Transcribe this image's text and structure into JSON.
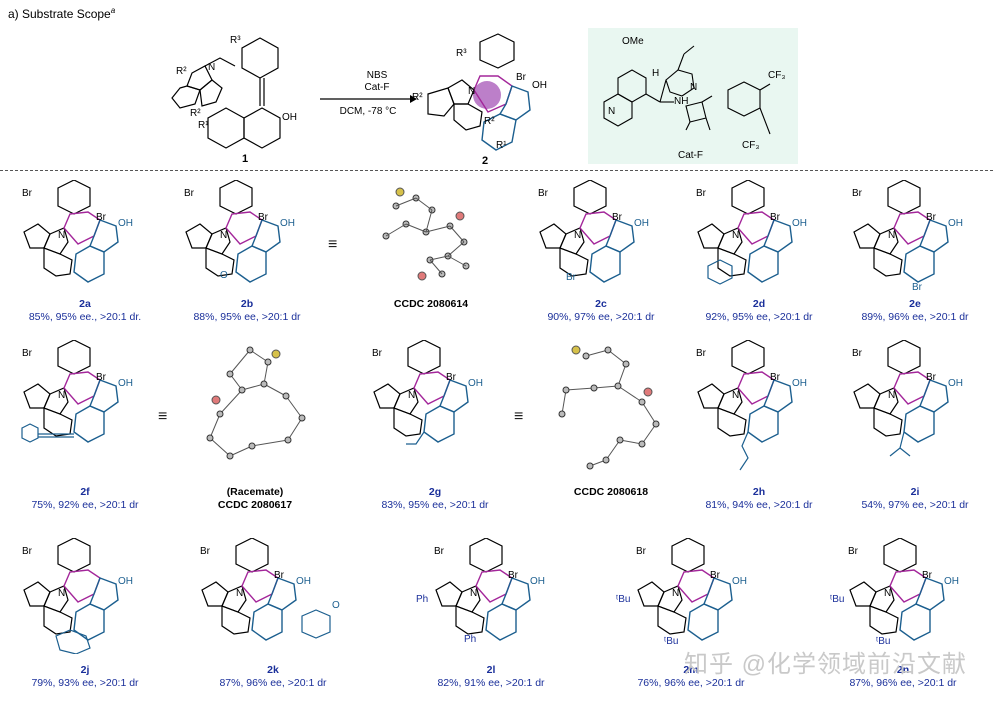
{
  "section_title": "a) Substrate Scope",
  "section_title_sup": "a",
  "scheme": {
    "reagents": [
      "NBS",
      "Cat-F"
    ],
    "conditions": "DCM, -78 °C",
    "substrate_label": "1",
    "product_label": "2",
    "catalyst_label": "Cat-F",
    "catalyst_groups": {
      "ome": "OMe",
      "cf3_top": "CF₃",
      "cf3_bottom": "CF₃",
      "nh1": "NH",
      "h2": "H",
      "n_quin": "N",
      "n_amine": "N"
    },
    "substrate_groups": {
      "r1": "R¹",
      "r2a": "R²",
      "r2b": "R²",
      "r3": "R³",
      "oh": "OH",
      "n": "N"
    },
    "product_groups": {
      "r1": "R¹",
      "r2a": "R²",
      "r2b": "R²",
      "r3": "R³",
      "oh": "OH",
      "br": "Br",
      "n": "N"
    }
  },
  "compounds": [
    {
      "id": "2a",
      "label": "2a",
      "result": "85%, 95% ee., >20:1 dr."
    },
    {
      "id": "2b",
      "label": "2b",
      "result": "88%, 95% ee, >20:1 dr"
    },
    {
      "id": "2c",
      "label": "2c",
      "result": "90%, 97% ee, >20:1 dr"
    },
    {
      "id": "2d",
      "label": "2d",
      "result": "92%, 95% ee, >20:1 dr"
    },
    {
      "id": "2e",
      "label": "2e",
      "result": "89%, 96% ee, >20:1 dr"
    },
    {
      "id": "2f",
      "label": "2f",
      "result": "75%, 92% ee, >20:1 dr"
    },
    {
      "id": "2g",
      "label": "2g",
      "result": "83%, 95% ee, >20:1 dr"
    },
    {
      "id": "2h",
      "label": "2h",
      "result": "81%, 94% ee, >20:1 dr"
    },
    {
      "id": "2i",
      "label": "2i",
      "result": "54%, 97% ee, >20:1 dr"
    },
    {
      "id": "2j",
      "label": "2j",
      "result": "79%, 93% ee, >20:1 dr"
    },
    {
      "id": "2k",
      "label": "2k",
      "result": "87%, 96% ee, >20:1 dr"
    },
    {
      "id": "2l",
      "label": "2l",
      "result": "82%, 91% ee, >20:1 dr"
    },
    {
      "id": "2m",
      "label": "2m",
      "result": "76%, 96% ee, >20:1 dr"
    },
    {
      "id": "2n",
      "label": "2n",
      "result": "87%, 96% ee, >20:1 dr"
    }
  ],
  "crystal_structures": [
    {
      "id": "x1",
      "label": "CCDC 2080614",
      "note": ""
    },
    {
      "id": "x2",
      "label": "CCDC 2080617",
      "note": "(Racemate)"
    },
    {
      "id": "x3",
      "label": "CCDC 2080618",
      "note": ""
    }
  ],
  "substituents": {
    "br1": "Br",
    "br2": "Br",
    "oh": "OH",
    "n": "N",
    "b_ome": "O",
    "c_br": "Br",
    "e_br": "Br",
    "l_ph1": "Ph",
    "l_ph2": "Ph",
    "m_tbu1": "ᵗBu",
    "m_tbu2": "ᵗBu",
    "n_tbu1": "ᵗBu",
    "n_tbu2": "ᵗBu",
    "k_ome": "O"
  },
  "equivalence_symbol": "≡",
  "watermark": "知乎 @化学领域前沿文献",
  "colors": {
    "label_blue": "#1a2f9a",
    "ring_purple": "#a3269a",
    "naphthyl_blue": "#1c5f8f",
    "cat_bg": "#e9f7f1"
  }
}
